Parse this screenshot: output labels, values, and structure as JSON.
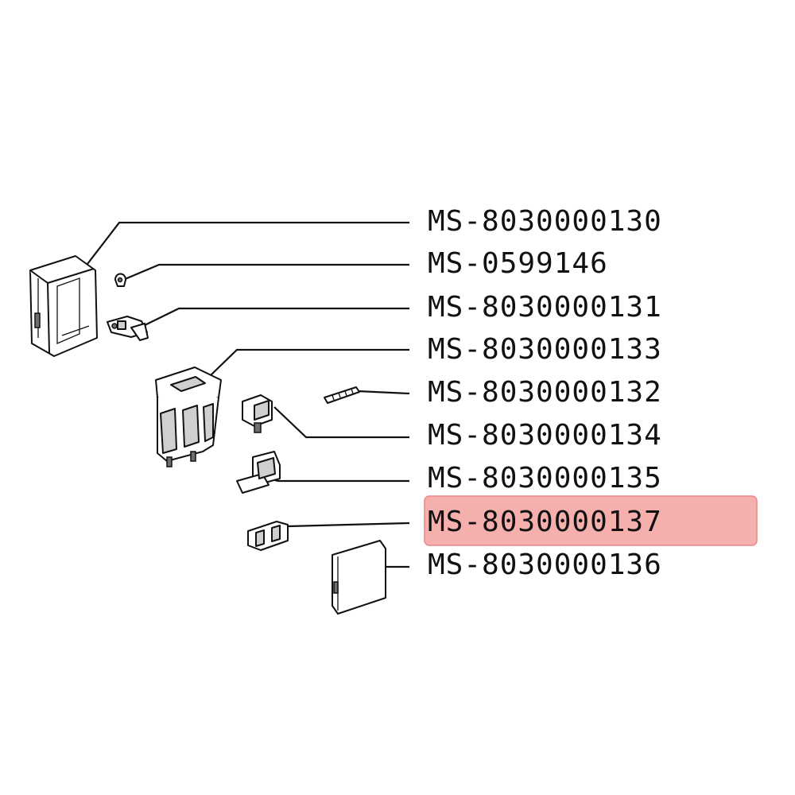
{
  "parts": [
    {
      "id": "MS-8030000130"
    },
    {
      "id": "MS-0599146"
    },
    {
      "id": "MS-8030000131"
    },
    {
      "id": "MS-8030000133"
    },
    {
      "id": "MS-8030000132"
    },
    {
      "id": "MS-8030000134"
    },
    {
      "id": "MS-8030000135"
    },
    {
      "id": "MS-8030000137",
      "highlighted": true
    },
    {
      "id": "MS-8030000136"
    }
  ],
  "colors": {
    "highlight_fill": "#f4a3a0",
    "highlight_stroke": "#e57373",
    "line": "#111111"
  }
}
